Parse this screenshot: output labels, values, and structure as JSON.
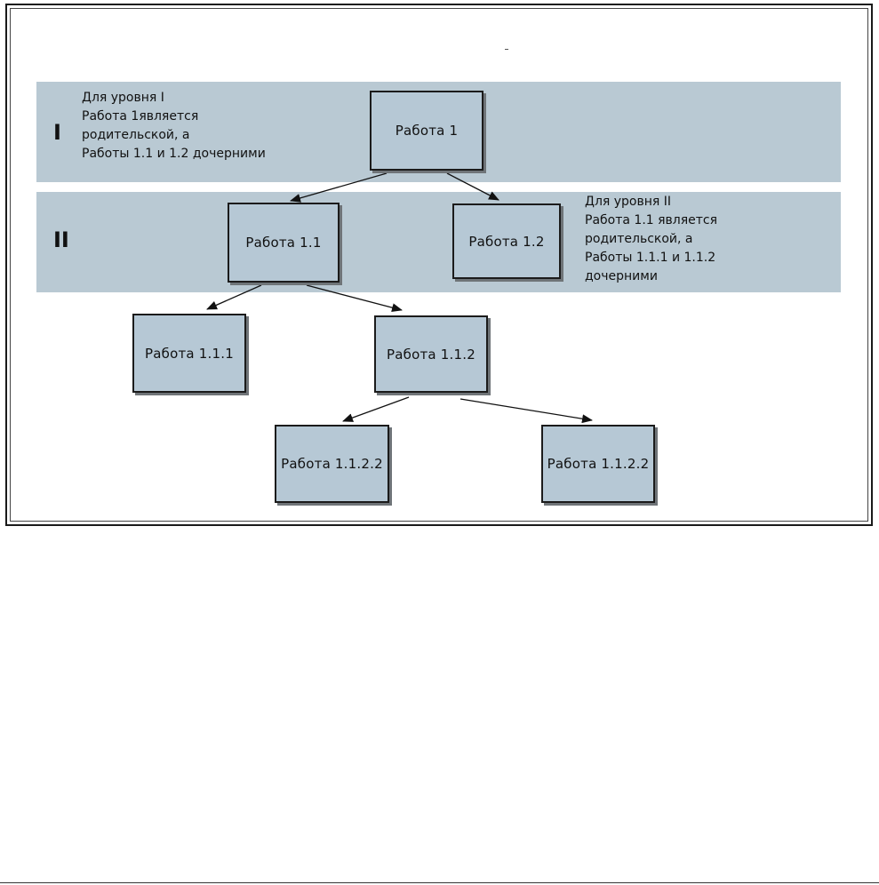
{
  "levels": {
    "level_1": {
      "numeral": "I",
      "note": [
        "Для уровня I",
        "Работа 1является",
        "родительской, а",
        "Работы 1.1 и 1.2 дочерними"
      ]
    },
    "level_2": {
      "numeral": "II",
      "note": [
        "Для уровня II",
        "Работа 1.1 является",
        "родительской, а",
        "Работы 1.1.1 и 1.1.2",
        "дочерними"
      ]
    }
  },
  "nodes": {
    "work_1": "Работа 1",
    "work_1_1": "Работа 1.1",
    "work_1_2": "Работа 1.2",
    "work_1_1_1": "Работа 1.1.1",
    "work_1_1_2": "Работа 1.1.2",
    "work_1_1_2_2_left": "Работа 1.1.2.2",
    "work_1_1_2_2_right": "Работа 1.1.2.2"
  },
  "edges": [
    {
      "from": "work_1",
      "to": "work_1_1"
    },
    {
      "from": "work_1",
      "to": "work_1_2"
    },
    {
      "from": "work_1_1",
      "to": "work_1_1_1"
    },
    {
      "from": "work_1_1",
      "to": "work_1_1_2"
    },
    {
      "from": "work_1_1_2",
      "to": "work_1_1_2_2_left"
    },
    {
      "from": "work_1_1_2",
      "to": "work_1_1_2_2_right"
    }
  ],
  "colors": {
    "band": "#b9c9d3",
    "box_fill": "#b6c8d5",
    "box_border": "#1b1b1b",
    "arrow": "#111111"
  }
}
